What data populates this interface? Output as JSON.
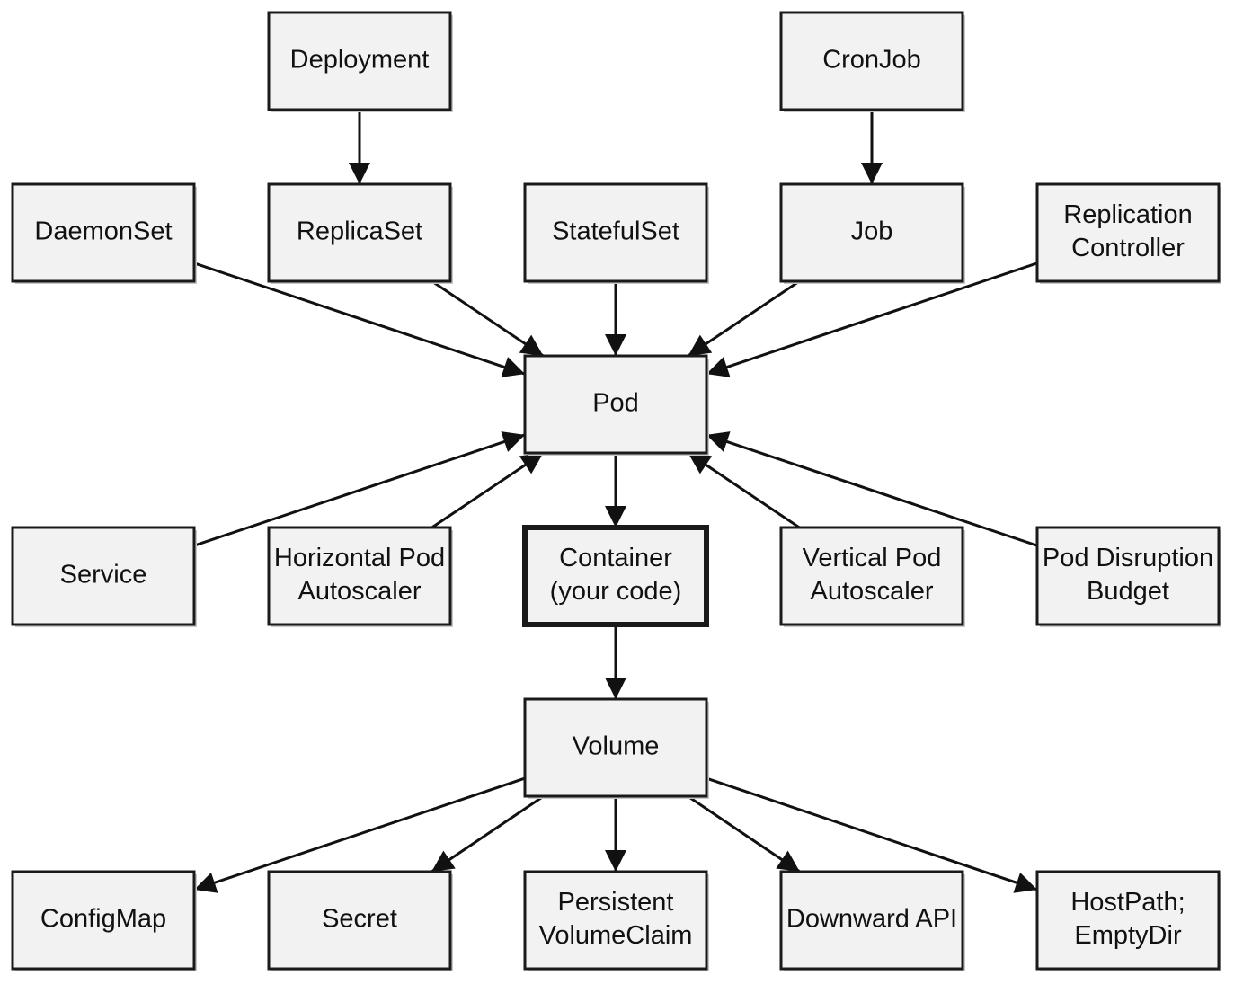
{
  "nodes": [
    {
      "id": "deployment",
      "lines": [
        "Deployment"
      ]
    },
    {
      "id": "cronjob",
      "lines": [
        "CronJob"
      ]
    },
    {
      "id": "daemonset",
      "lines": [
        "DaemonSet"
      ]
    },
    {
      "id": "replicaset",
      "lines": [
        "ReplicaSet"
      ]
    },
    {
      "id": "statefulset",
      "lines": [
        "StatefulSet"
      ]
    },
    {
      "id": "job",
      "lines": [
        "Job"
      ]
    },
    {
      "id": "replication-controller",
      "lines": [
        "Replication",
        "Controller"
      ]
    },
    {
      "id": "pod",
      "lines": [
        "Pod"
      ]
    },
    {
      "id": "service",
      "lines": [
        "Service"
      ]
    },
    {
      "id": "horizontal-pod-autoscaler",
      "lines": [
        "Horizontal Pod",
        "Autoscaler"
      ]
    },
    {
      "id": "container",
      "lines": [
        "Container",
        "(your code)"
      ],
      "emphasized": true
    },
    {
      "id": "vertical-pod-autoscaler",
      "lines": [
        "Vertical Pod",
        "Autoscaler"
      ]
    },
    {
      "id": "pod-disruption-budget",
      "lines": [
        "Pod Disruption",
        "Budget"
      ]
    },
    {
      "id": "volume",
      "lines": [
        "Volume"
      ]
    },
    {
      "id": "configmap",
      "lines": [
        "ConfigMap"
      ]
    },
    {
      "id": "secret",
      "lines": [
        "Secret"
      ]
    },
    {
      "id": "persistent-volume-claim",
      "lines": [
        "Persistent",
        "VolumeClaim"
      ]
    },
    {
      "id": "downward-api",
      "lines": [
        "Downward API"
      ]
    },
    {
      "id": "hostpath-emptydir",
      "lines": [
        "HostPath;",
        "EmptyDir"
      ]
    }
  ],
  "edges": [
    {
      "from": "deployment",
      "to": "replicaset"
    },
    {
      "from": "cronjob",
      "to": "job"
    },
    {
      "from": "daemonset",
      "to": "pod"
    },
    {
      "from": "replicaset",
      "to": "pod"
    },
    {
      "from": "statefulset",
      "to": "pod"
    },
    {
      "from": "job",
      "to": "pod"
    },
    {
      "from": "replication-controller",
      "to": "pod"
    },
    {
      "from": "service",
      "to": "pod"
    },
    {
      "from": "horizontal-pod-autoscaler",
      "to": "pod"
    },
    {
      "from": "vertical-pod-autoscaler",
      "to": "pod"
    },
    {
      "from": "pod-disruption-budget",
      "to": "pod"
    },
    {
      "from": "pod",
      "to": "container"
    },
    {
      "from": "container",
      "to": "volume"
    },
    {
      "from": "volume",
      "to": "configmap"
    },
    {
      "from": "volume",
      "to": "secret"
    },
    {
      "from": "volume",
      "to": "persistent-volume-claim"
    },
    {
      "from": "volume",
      "to": "downward-api"
    },
    {
      "from": "volume",
      "to": "hostpath-emptydir"
    }
  ],
  "colors": {
    "box_fill": "#f2f2f2",
    "stroke": "#1a1a1a",
    "text": "#111111"
  }
}
